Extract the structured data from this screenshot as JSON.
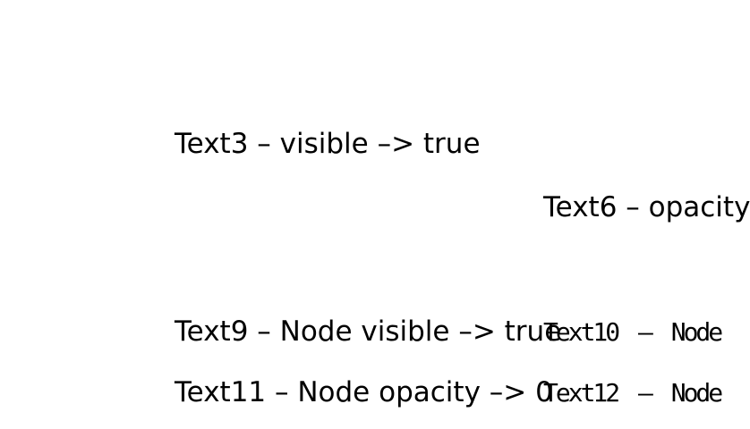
{
  "canvas": {
    "background_color": "#ffffff",
    "text_color": "#000000"
  },
  "labels": {
    "text3": "Text3 – visible –> true",
    "text6": "Text6 – opacity",
    "text9": "Text9 – Node visible –> true",
    "text10": "Text10 – Node",
    "text11": "Text11 – Node opacity –> 0",
    "text12": "Text12 – Node"
  }
}
